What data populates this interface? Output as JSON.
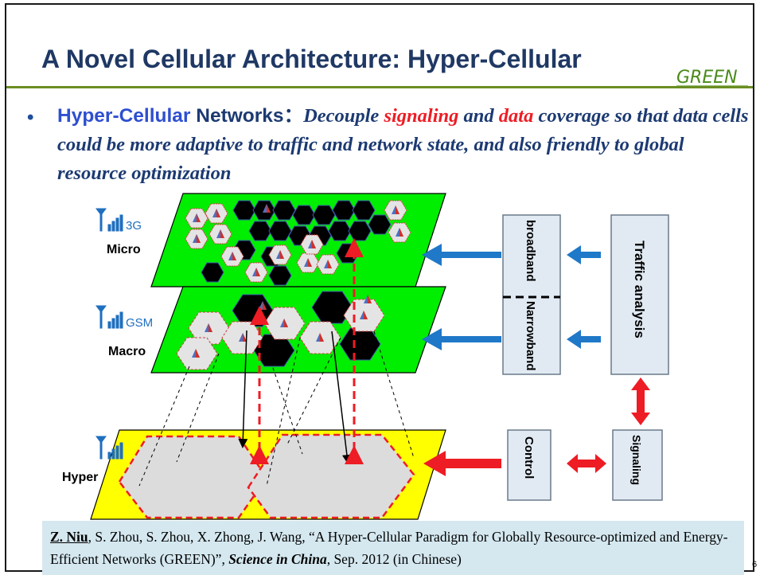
{
  "slide": {
    "title": "A Novel Cellular Architecture: Hyper-Cellular",
    "logo_text": "GREEN",
    "bullet": {
      "term": "Hyper-Cellular",
      "term2": " Networks",
      "colon": "：",
      "t1": "Decouple ",
      "signaling": "signaling",
      "t2": " and ",
      "data": "data",
      "t3": " coverage so that data cells could be more adaptive to traffic and network state, and also friendly to global resource optimization"
    },
    "page_number": "6"
  },
  "diagram": {
    "layers": {
      "micro": {
        "tech": "3G",
        "name": "Micro"
      },
      "macro": {
        "tech": "GSM",
        "name": "Macro"
      },
      "hyper": {
        "name": "Hyper"
      }
    },
    "boxes": {
      "broadband": "broadband",
      "narrowband": "Narrowband",
      "traffic": "Traffic analysis",
      "control": "Control",
      "signaling": "Signaling"
    },
    "colors": {
      "layer_green": "#00ee00",
      "layer_yellow": "#ffff00",
      "arrow_blue": "#1f78c8",
      "arrow_red": "#ee1c24",
      "cell_black": "#000000",
      "cell_grey": "#dcdcdc"
    }
  },
  "citation": {
    "authors_lead": "Z. Niu",
    "authors_rest": ", S. Zhou, S. Zhou, X. Zhong, J. Wang, “A Hyper-Cellular Paradigm for Globally Resource-optimized and Energy-Efficient Networks (GREEN)”, ",
    "journal": "Science in China",
    "tail": ", Sep. 2012 (in Chinese)"
  }
}
